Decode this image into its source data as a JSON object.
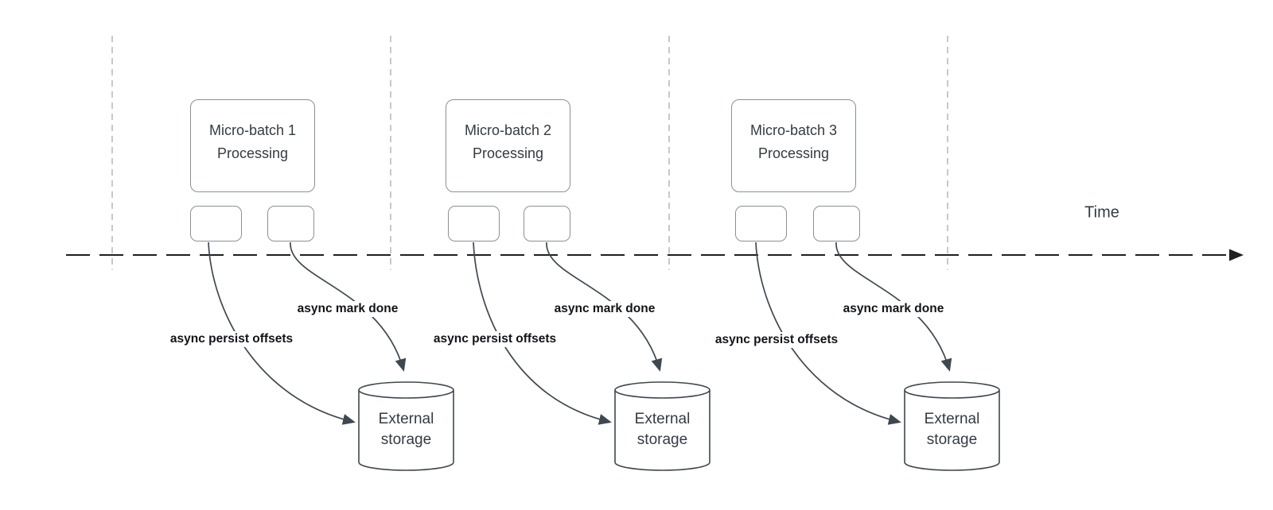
{
  "diagram": {
    "time_axis": {
      "label": "Time"
    },
    "groups": [
      {
        "box_label": "Micro-batch 1\nProcessing",
        "persist_label": "async persist offsets",
        "mark_done_label": "async mark done",
        "storage_label": "External\nstorage"
      },
      {
        "box_label": "Micro-batch 2\nProcessing",
        "persist_label": "async persist offsets",
        "mark_done_label": "async mark done",
        "storage_label": "External\nstorage"
      },
      {
        "box_label": "Micro-batch 3\nProcessing",
        "persist_label": "async persist offsets",
        "mark_done_label": "async mark done",
        "storage_label": "External\nstorage"
      }
    ],
    "palette": {
      "background": "#ffffff",
      "connector_stroke": "#3f4750",
      "timeline_stroke": "#1f1f1f",
      "guide_stroke": "#b0b0b0",
      "shape_border": "#8b9096",
      "shape_text": "#343b43",
      "edge_label_text": "#101418"
    }
  }
}
